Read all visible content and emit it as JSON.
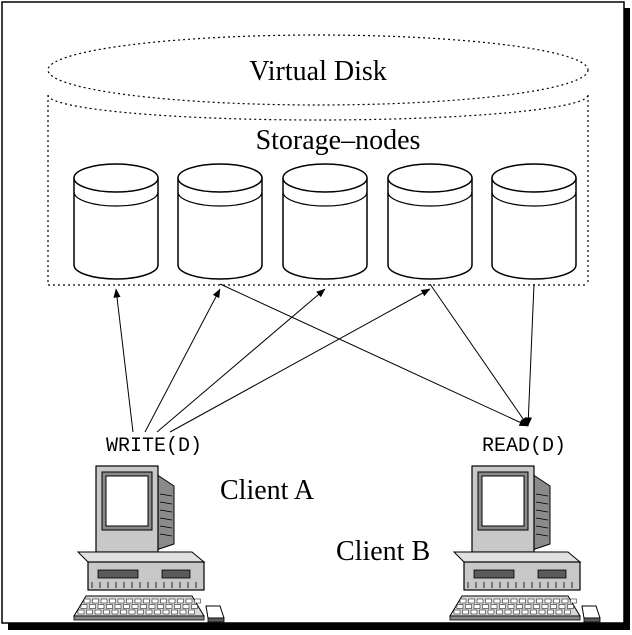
{
  "diagram": {
    "virtual_disk_label": "Virtual Disk",
    "storage_nodes_label": "Storage–nodes",
    "storage_node_count": 5,
    "client_a": {
      "label": "Client A",
      "operation": "WRITE(D)"
    },
    "client_b": {
      "label": "Client B",
      "operation": "READ(D)"
    },
    "write_targets": [
      1,
      2,
      3,
      4
    ],
    "read_sources": [
      2,
      4,
      5
    ]
  }
}
